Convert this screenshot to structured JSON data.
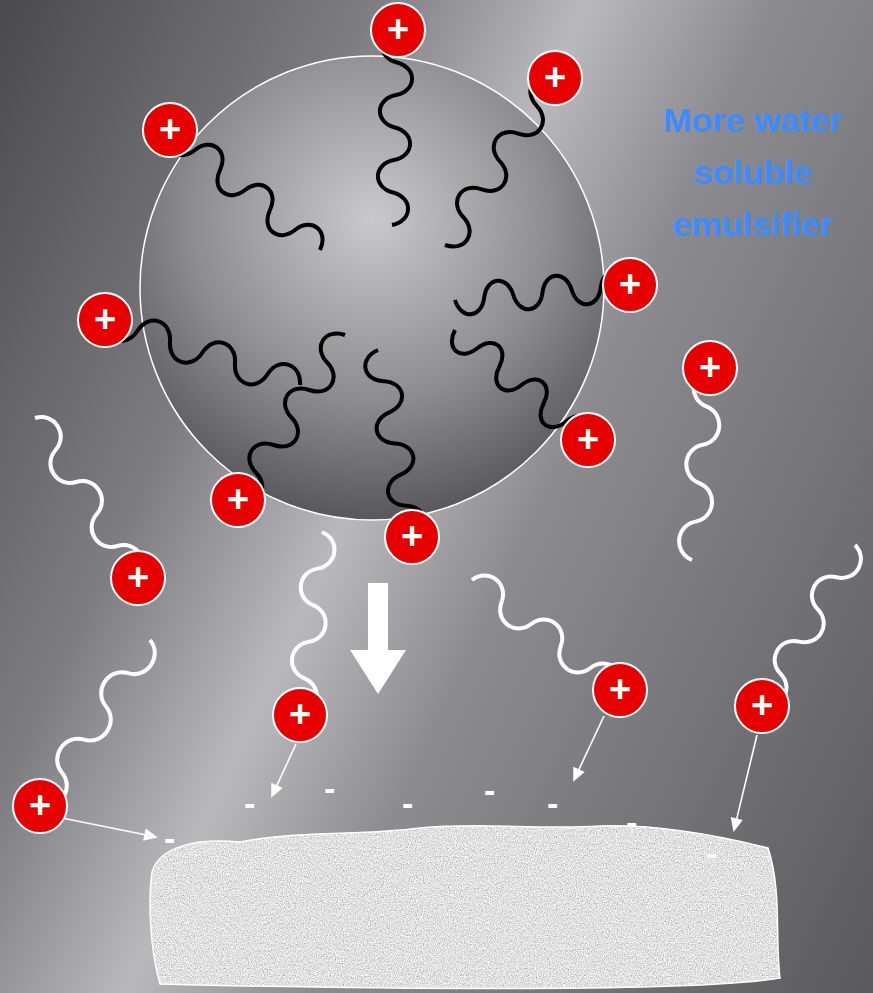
{
  "diagram": {
    "labels": [
      "More water soluble emulsifier",
      "+",
      "+",
      "+",
      "+",
      "+",
      "+",
      "+",
      "+",
      "+",
      "+",
      "+",
      "+",
      "+",
      "+",
      "-",
      "-",
      "-",
      "-",
      "-",
      "-",
      "-",
      "-"
    ]
  }
}
